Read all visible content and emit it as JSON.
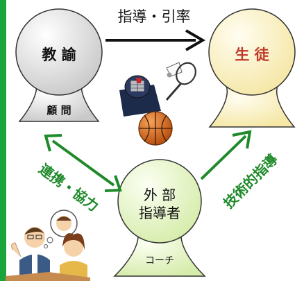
{
  "colors": {
    "border_green": "#19a53b",
    "arrow_black": "#111111",
    "arrow_green": "#1f8a2a",
    "teacher_fill": "#dcdcdc",
    "student_fill": "#fbf4cf",
    "coach_fill": "#eaf5c9",
    "student_text": "#c0392b"
  },
  "nodes": {
    "teacher": {
      "title": "教 諭",
      "role": "顧 問"
    },
    "student": {
      "title": "生 徒"
    },
    "coach": {
      "title_line1": "外 部",
      "title_line2": "指導者",
      "role": "コーチ"
    }
  },
  "arrows": {
    "teacher_to_student": "指導・引率",
    "teacher_coach": "連携・協力",
    "coach_to_student": "技術的指導"
  },
  "illustrations": [
    "kendo-mask-icon",
    "badminton-racket-icon",
    "shuttlecock-icon",
    "basketball-icon",
    "meeting-people-illustration"
  ]
}
